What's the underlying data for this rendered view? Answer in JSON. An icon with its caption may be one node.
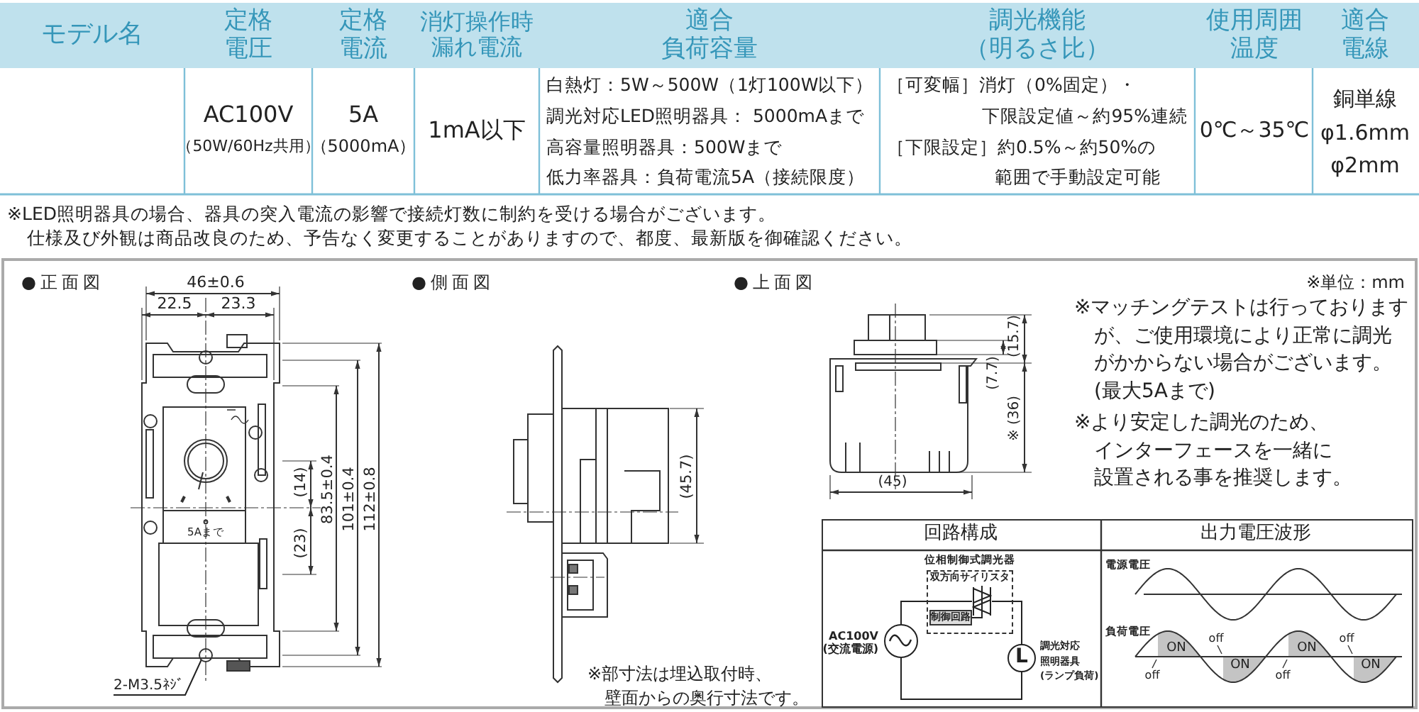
{
  "diagram": {
    "nodes": [
      {
        "text": [
          "位相制御式調光器",
          "双方向サイリスタ"
        ]
      },
      {
        "text": [
          "制御回路"
        ],
        "in": 0
      },
      {
        "text": [],
        "shape": "picture",
        "in": 0
      },
      {
        "text": [],
        "shape": "circle",
        "beside": [
          "AC100V(交流電源)"
        ]
      },
      {
        "text": [
          "L"
        ],
        "beside": [
          "調光対応照明器具(ランプ負荷)"
        ]
      },
      {
        "text": [
          "2-M3.5ﾈｼﾞ"
        ]
      }
    ],
    "edges": [
      {
        "from": 3,
        "to": 2,
        "arrow": "none"
      },
      {
        "from": 2,
        "to": 4,
        "arrow": "none"
      },
      {
        "from": 4,
        "to": 3,
        "arrow": "none"
      },
      {
        "from": 1,
        "to": 2,
        "arrow": "none"
      },
      {
        "from": 5,
        "to": null,
        "arrow": "none"
      }
    ],
    "labels": [
      "モデル名",
      "定格電圧",
      "定格電流",
      "消灯操作時漏れ電流",
      "適合負荷容量",
      "調光機能（明るさ比）",
      "使用周囲温度",
      "適合電線",
      "AC100V",
      "（50W/60Hz共用）",
      "5A",
      "（5000mA）",
      "1mA以下",
      "白熱灯：5W～500W（1灯100W以下）",
      "調光対応LED照明器具： 5000mAまで",
      "高容量照明器具：500Wまで",
      "低力率器具：負荷電流5A（接続限度）",
      "［可変幅］消灯（0%固定）・",
      "下限設定値～約95%連続",
      "［下限設定］約0.5%～約50%の",
      "範囲で手動設定可能",
      "0℃～35℃",
      "銅単線",
      "φ1.6mm",
      "φ2mm",
      "※LED照明器具の場合、器具の突入電流の影響で接続灯数に制約を受ける場合がございます。",
      "仕様及び外観は商品改良のため、予告なく変更することがありますので、都度、最新版を御確認ください。",
      "●正面図",
      "46±0.6",
      "22.5",
      "23.3",
      "(14)",
      "(23)",
      "83.5±0.4",
      "101±0.4",
      "112±0.8",
      "5Aまで",
      "●側面図",
      "(45.7)",
      "※部寸法は埋込取付時、壁面からの奥行寸法です。",
      "●上面図",
      "※単位：mm",
      "(15.7)",
      "(7.7)",
      "※ (36)",
      "(45)",
      "※マッチングテストは行っておりますが、ご使用環境により正常に調光がかからない場合がございます。(最大5Aまで)",
      "※より安定した調光のため、インターフェースを一緒に設置される事を推奨します。",
      "回路構成",
      "出力電圧波形",
      "電源電圧",
      "負荷電圧",
      "ON",
      "ON",
      "ON",
      "ON",
      "off",
      "off",
      "off",
      "off"
    ]
  }
}
